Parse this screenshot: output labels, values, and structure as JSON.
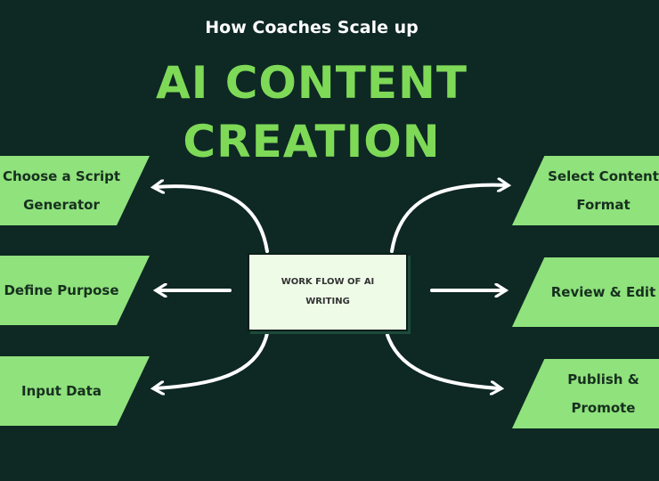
{
  "header": {
    "subtitle": "How Coaches Scale up",
    "title_line1": "AI CONTENT",
    "title_line2": "CREATION"
  },
  "center": {
    "label": "WORK FLOW OF AI WRITING"
  },
  "left_steps": [
    {
      "label": "Choose a Script Generator"
    },
    {
      "label": "Define Purpose"
    },
    {
      "label": "Input Data"
    }
  ],
  "right_steps": [
    {
      "label": "Select Content Format"
    },
    {
      "label": "Review & Edit"
    },
    {
      "label": "Publish & Promote"
    }
  ],
  "colors": {
    "background": "#0e2824",
    "accent": "#7ed957",
    "box": "#8fe27c"
  }
}
